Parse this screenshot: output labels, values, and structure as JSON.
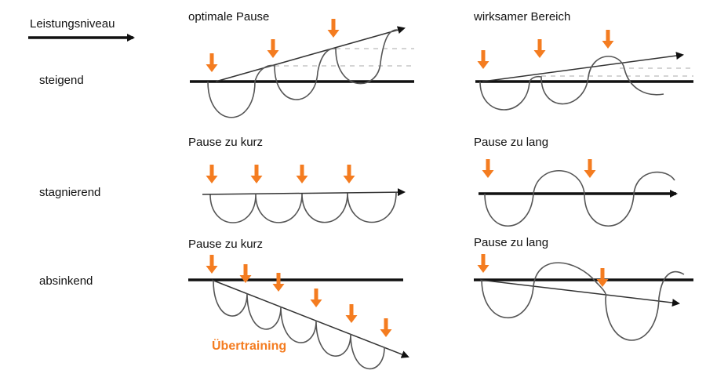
{
  "axis_label": "Leistungsniveau",
  "rows": {
    "rising": "steigend",
    "stagnating": "stagnierend",
    "declining": "absinkend"
  },
  "panels": {
    "rising_left": "optimale Pause",
    "rising_right": "wirksamer Bereich",
    "stagnating_left": "Pause zu kurz",
    "stagnating_right": "Pause zu lang",
    "declining_left": "Pause zu kurz",
    "declining_right": "Pause zu lang"
  },
  "overtraining_label": "Übertraining",
  "colors": {
    "accent": "#f47c20",
    "line": "#111111"
  }
}
